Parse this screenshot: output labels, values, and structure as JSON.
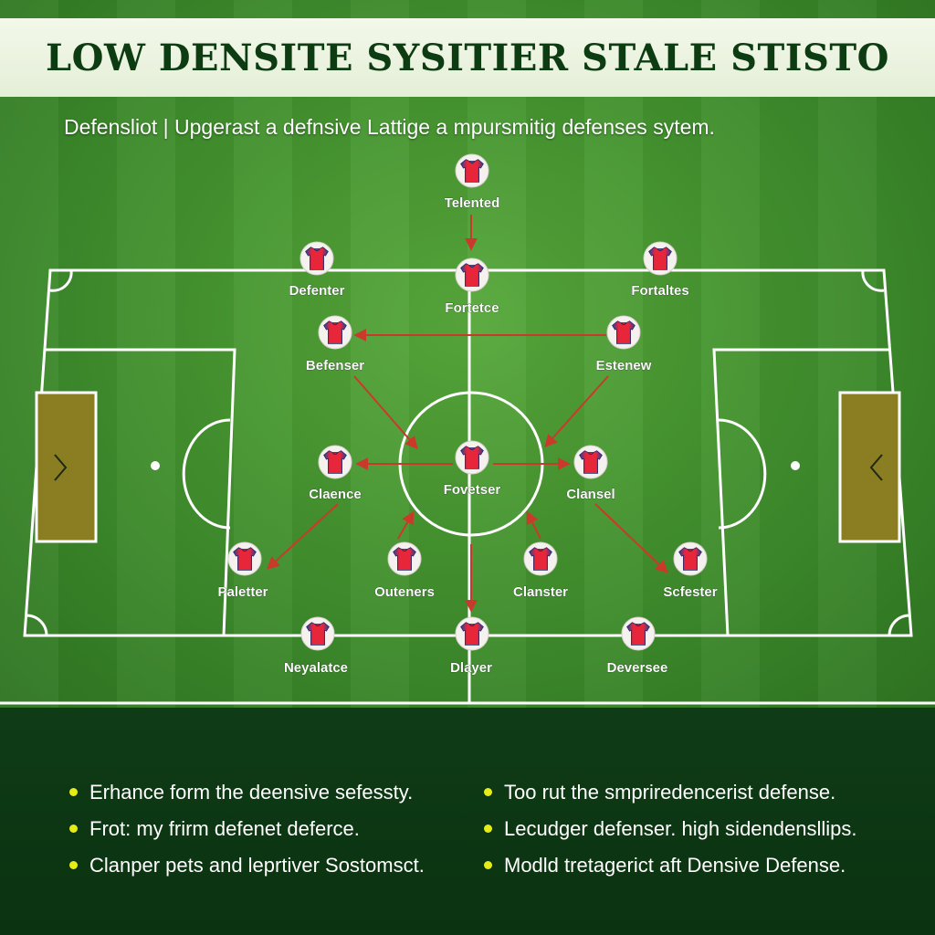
{
  "title": "LOW DENSITE SYSITIER STALE STISTO",
  "subtitle": "Defensliot | Upgerast a defnsive Lattige a mpursmitig defenses sytem.",
  "colors": {
    "pitch_green": "#3f8d2c",
    "lower_panel": "#0f3c16",
    "title_band": "#eef5e4",
    "title_text": "#0d3b12",
    "jersey_red": "#e8263a",
    "jersey_blue": "#2a3f9a",
    "arrow_red": "#c93a2a",
    "goal_fill": "#8a7d22",
    "bullet_yellow": "#e6ec1a"
  },
  "players": [
    {
      "id": "p1",
      "label": "Telented"
    },
    {
      "id": "p2",
      "label": "Defenter"
    },
    {
      "id": "p3",
      "label": "Fortetce"
    },
    {
      "id": "p4",
      "label": "Fortaltes"
    },
    {
      "id": "p5",
      "label": "Befenser"
    },
    {
      "id": "p6",
      "label": "Estenew"
    },
    {
      "id": "p7",
      "label": "Claence"
    },
    {
      "id": "p8",
      "label": "Fovetser"
    },
    {
      "id": "p9",
      "label": "Clansel"
    },
    {
      "id": "p10",
      "label": "Paletter"
    },
    {
      "id": "p11",
      "label": "Outeners"
    },
    {
      "id": "p12",
      "label": "Clanster"
    },
    {
      "id": "p13",
      "label": "Scfester"
    },
    {
      "id": "p14",
      "label": "Neyalatce"
    },
    {
      "id": "p15",
      "label": "Dlayer"
    },
    {
      "id": "p16",
      "label": "Deversee"
    }
  ],
  "bullets_left": [
    "Erhance form the deensive sefessty.",
    "Frot: my frirm defenet deferce.",
    "Clanper pets and leprtiver Sostomsct."
  ],
  "bullets_right": [
    "Too rut the smpriredencerist defense.",
    "Lecudger defenser. high sidendensllips.",
    "Modld tretagerict aft Densive Defense."
  ],
  "icons": {
    "goal_left": "chevron-right-icon",
    "goal_right": "chevron-left-icon",
    "player": "jersey-icon",
    "bullet": "dot-icon"
  }
}
